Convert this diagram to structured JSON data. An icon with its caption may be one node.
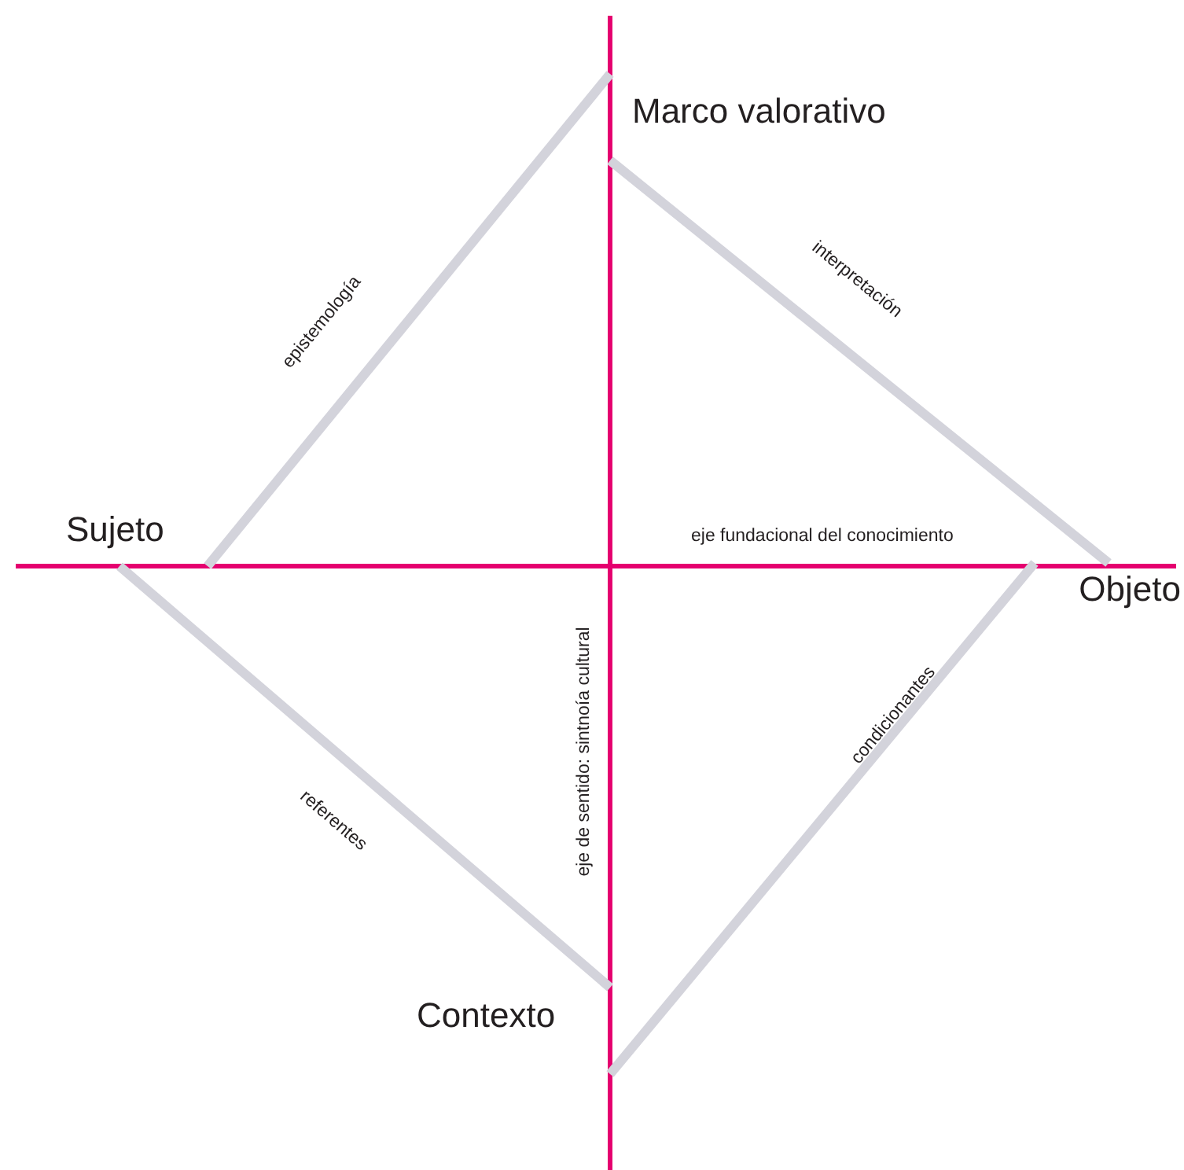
{
  "diagram": {
    "nodes": [
      {
        "text": [
          "Marco valorativo"
        ]
      },
      {
        "text": [
          "Sujeto"
        ]
      },
      {
        "text": [
          "Objeto"
        ]
      },
      {
        "text": [
          "Contexto"
        ]
      }
    ],
    "edges": [
      {
        "from": 1,
        "to": 0,
        "arrow": "none",
        "label": "epistemología"
      },
      {
        "from": 0,
        "to": 2,
        "arrow": "none",
        "label": "interpretación"
      },
      {
        "from": 1,
        "to": 3,
        "arrow": "none",
        "label": "referentes"
      },
      {
        "from": 3,
        "to": 2,
        "arrow": "none",
        "label": "condicionantes"
      }
    ],
    "labels": [
      "eje fundacional del conocimiento",
      "eje de sentido: sintnoía cultural"
    ]
  }
}
